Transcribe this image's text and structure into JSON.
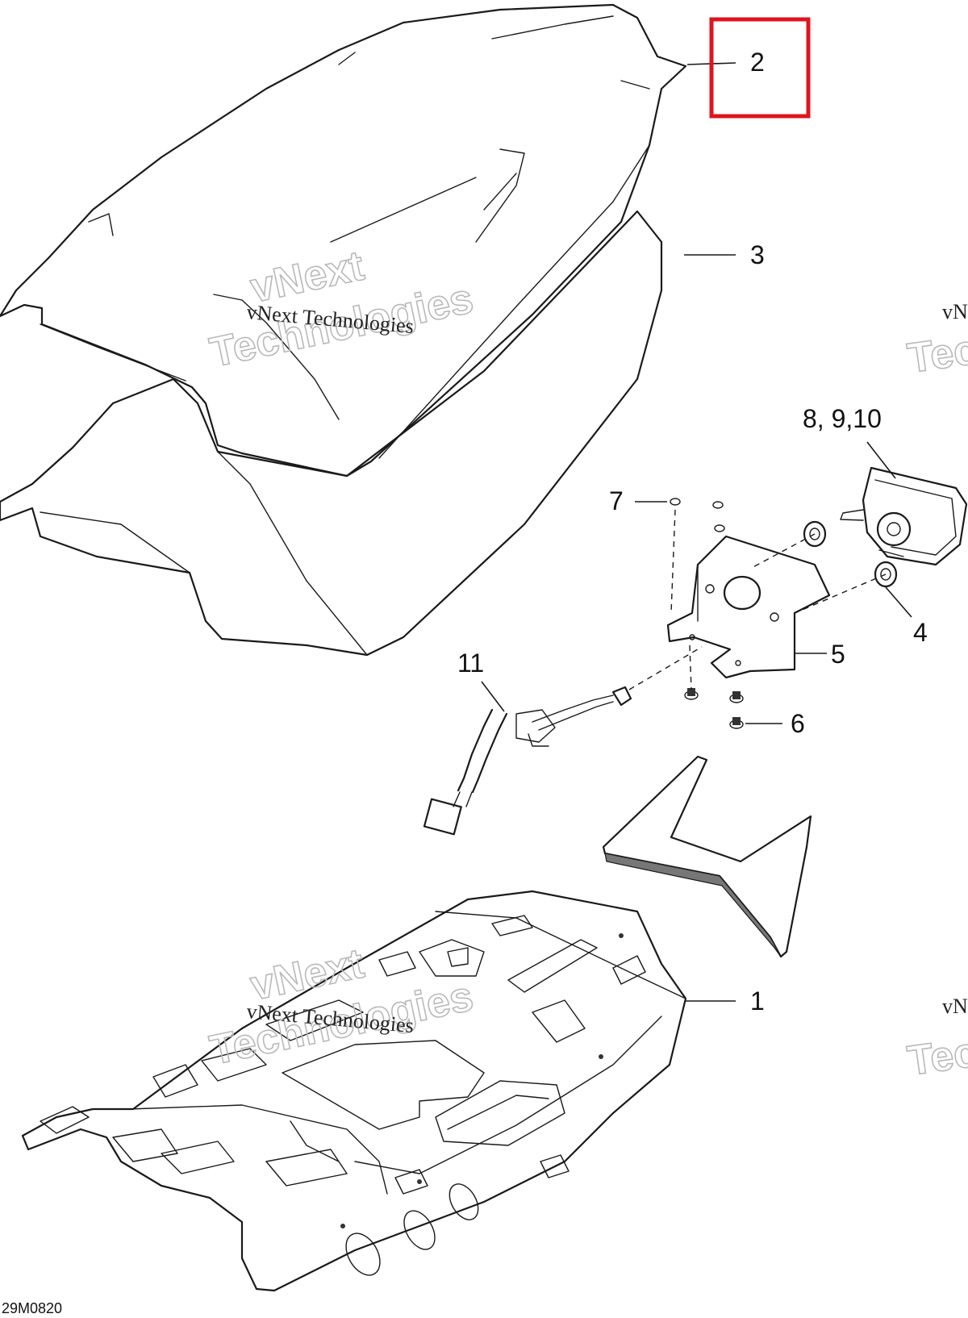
{
  "diagram": {
    "drawing_code": "29M0820",
    "callouts": {
      "c1": "1",
      "c2": "2",
      "c3": "3",
      "c4": "4",
      "c5": "5",
      "c6": "6",
      "c7": "7",
      "c8": "8, 9,10",
      "c11": "11"
    },
    "highlight": {
      "target": "2",
      "color": "#e0141e"
    },
    "watermarks": [
      {
        "small": "vNext Technologies",
        "line1": "vNext",
        "line2": "Technologies"
      },
      {
        "small": "vNext Technologies",
        "line1": "vNext",
        "line2": "Technologies"
      }
    ],
    "edge_watermarks": [
      {
        "small": "vN",
        "big": "Tec"
      },
      {
        "small": "vN",
        "big": "Tec"
      }
    ]
  }
}
